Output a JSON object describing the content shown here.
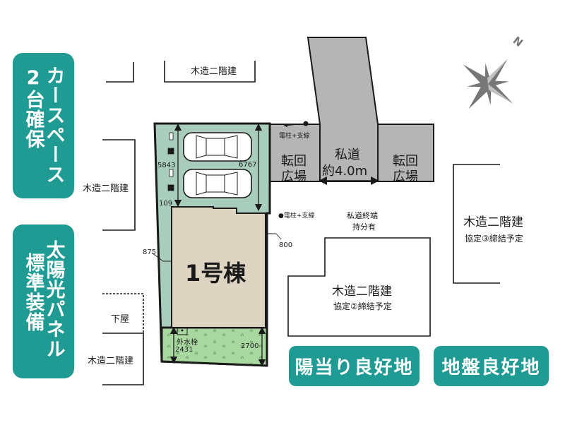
{
  "badges": {
    "carspace": {
      "col1": "カースペース",
      "col2": "2台確保"
    },
    "solar": {
      "col1": "太陽光パネル",
      "col2": "標準装備"
    },
    "sunlight": "陽当り良好地",
    "ground": "地盤良好地"
  },
  "neighbors": {
    "top": "木造二階建",
    "left_mid": "木造二階建",
    "left_bottom_annex": "下屋",
    "left_bottom": "木造二階建",
    "right_mid": {
      "title": "木造二階建",
      "note": "協定②締結予定"
    },
    "far_right": {
      "title": "木造二階建",
      "note": "協定③締結予定"
    }
  },
  "lot": {
    "building_label": "1号棟",
    "dimensions": {
      "left_parking": "5843",
      "right_parking": "6767",
      "gap_top": "109",
      "side_left": "875",
      "side_right": "800",
      "rear_left": "2431",
      "rear_right": "2700"
    },
    "water_meter": "外水栓",
    "colors": {
      "lot_fill": "#a9cdbd",
      "garden_fill": "#a8d7a0",
      "building_fill": "#ddd4c2"
    }
  },
  "road": {
    "turnaround_left": {
      "line1": "転回",
      "line2": "広場"
    },
    "private_road": {
      "line1": "私道",
      "line2": "約4.0m"
    },
    "turnaround_right": {
      "line1": "転回",
      "line2": "広場"
    },
    "pole_top": "電柱+支線",
    "pole_side": "●電柱+支線",
    "road_end": {
      "line1": "私道終端",
      "line2": "持分有"
    },
    "colors": {
      "road_fill": "#b5b5b5"
    }
  },
  "compass": {
    "north_label": "N",
    "color": "#777777"
  },
  "colors": {
    "badge": "#1f9b94"
  }
}
